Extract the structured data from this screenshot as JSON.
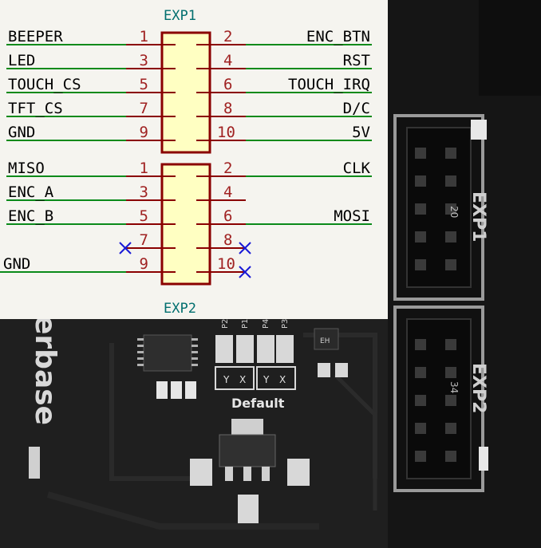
{
  "schematic": {
    "exp1": {
      "ref": "EXP1",
      "rows": [
        {
          "left_net": "BEEPER",
          "left_pin": "1",
          "right_pin": "2",
          "right_net": "ENC_BTN"
        },
        {
          "left_net": "LED",
          "left_pin": "3",
          "right_pin": "4",
          "right_net": "RST"
        },
        {
          "left_net": "TOUCH_CS",
          "left_pin": "5",
          "right_pin": "6",
          "right_net": "TOUCH_IRQ"
        },
        {
          "left_net": "TFT_CS",
          "left_pin": "7",
          "right_pin": "8",
          "right_net": "D/C"
        },
        {
          "left_net": "GND",
          "left_pin": "9",
          "right_pin": "10",
          "right_net": "5V"
        }
      ]
    },
    "exp2": {
      "ref": "EXP2",
      "rows": [
        {
          "left_net": "MISO",
          "left_pin": "1",
          "right_pin": "2",
          "right_net": "CLK"
        },
        {
          "left_net": "ENC_A",
          "left_pin": "3",
          "right_pin": "4",
          "right_net": ""
        },
        {
          "left_net": "ENC_B",
          "left_pin": "5",
          "right_pin": "6",
          "right_net": "MOSI"
        },
        {
          "left_net": "",
          "left_pin": "7",
          "right_pin": "8",
          "right_net": ""
        },
        {
          "left_net": "GND",
          "left_pin": "9",
          "right_pin": "10",
          "right_net": ""
        }
      ],
      "no_connect": [
        "7",
        "8",
        "10"
      ]
    }
  },
  "pcb": {
    "silk_exp1": "EXP1",
    "silk_exp2": "EXP2",
    "silk_pin_exp1": "20",
    "silk_pin_exp2": "34",
    "silk_brand_fragment": "erbase",
    "silk_default": "Default",
    "silk_jumpers": [
      "P2",
      "P1",
      "P4",
      "P3"
    ],
    "silk_eh": "EH",
    "jumper_marks": [
      "Y",
      "X",
      "Y",
      "X"
    ]
  },
  "colors": {
    "schematic_bg": "#f5f4ef",
    "wire": "#0a8a1a",
    "body_fill": "#ffffc2",
    "body_stroke": "#8a0000",
    "pin_number": "#a02222",
    "net_label": "#000000",
    "ref_label": "#006e6e",
    "no_connect": "#1a1ad6",
    "pcb_board": "#1c1c1c"
  }
}
